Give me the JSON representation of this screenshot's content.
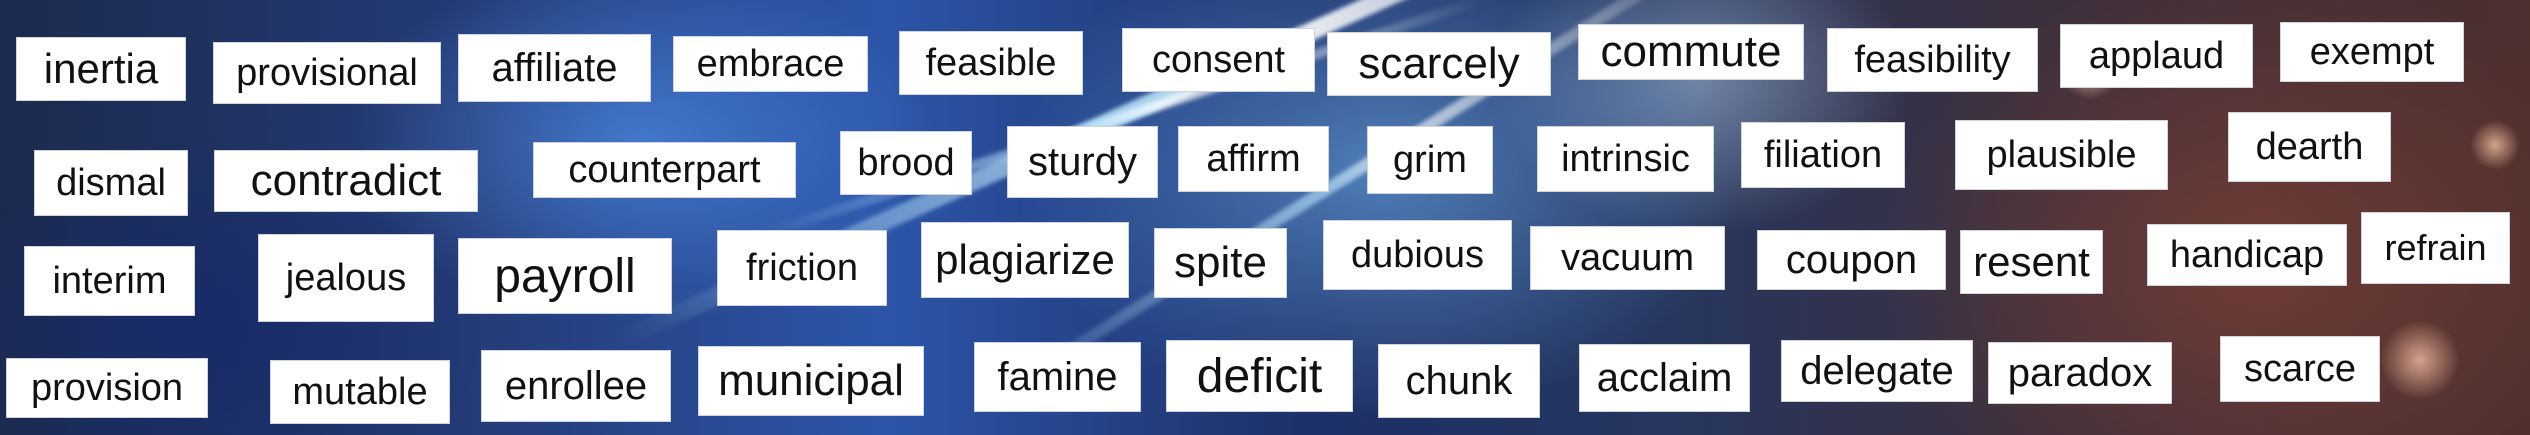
{
  "words": [
    "inertia",
    "provisional",
    "affiliate",
    "embrace",
    "feasible",
    "consent",
    "scarcely",
    "commute",
    "feasibility",
    "applaud",
    "exempt",
    "dismal",
    "contradict",
    "counterpart",
    "brood",
    "sturdy",
    "affirm",
    "grim",
    "intrinsic",
    "filiation",
    "plausible",
    "dearth",
    "interim",
    "jealous",
    "payroll",
    "friction",
    "plagiarize",
    "spite",
    "dubious",
    "vacuum",
    "coupon",
    "resent",
    "handicap",
    "refrain",
    "provision",
    "mutable",
    "enrollee",
    "municipal",
    "famine",
    "deficit",
    "chunk",
    "acclaim",
    "delegate",
    "paradox",
    "scarce"
  ]
}
